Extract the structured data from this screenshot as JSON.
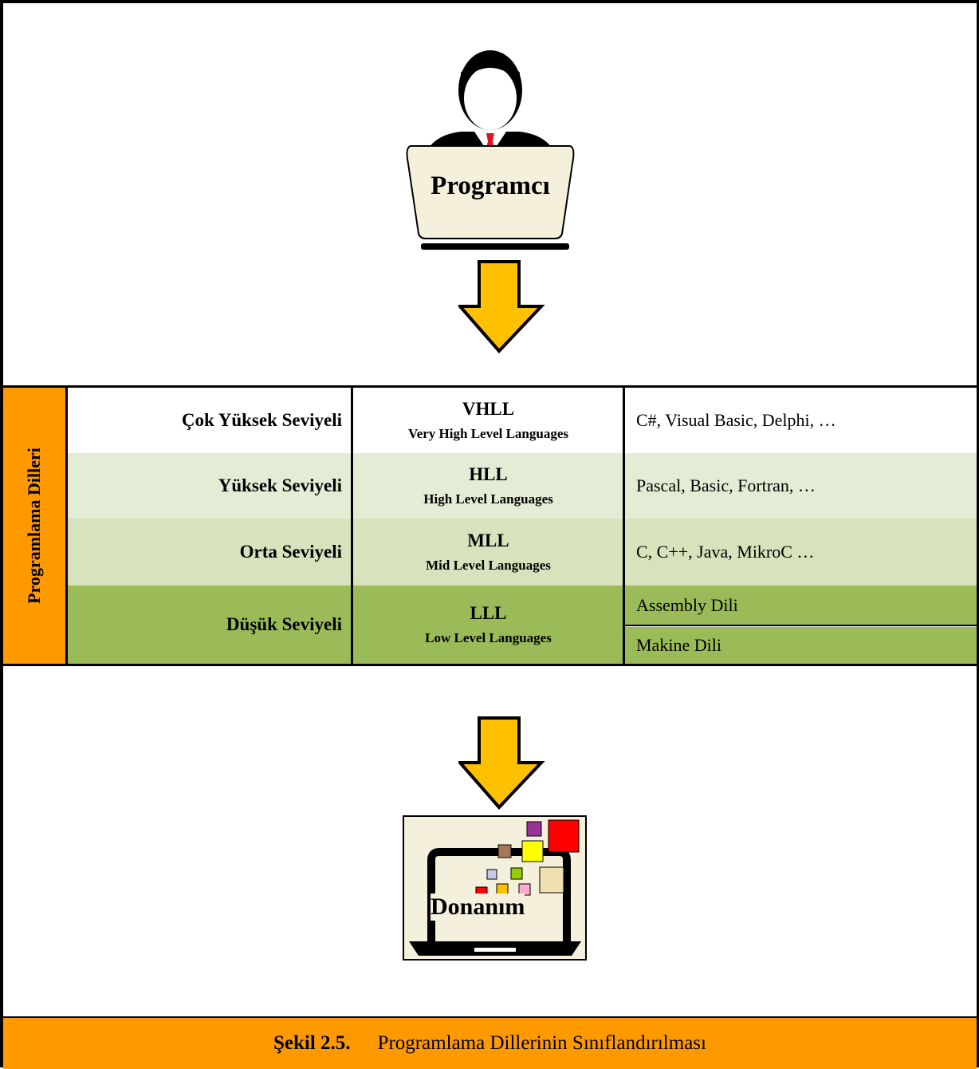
{
  "programmer": {
    "label": "Programcı"
  },
  "side_label": "Programlama Dilleri",
  "rows": [
    {
      "level": "Çok Yüksek Seviyeli",
      "abbr": "VHLL",
      "full": "Very High Level Languages",
      "examples": [
        "C#, Visual Basic, Delphi, …"
      ],
      "color": "#ffffff"
    },
    {
      "level": "Yüksek Seviyeli",
      "abbr": "HLL",
      "full": "High Level Languages",
      "examples": [
        "Pascal, Basic, Fortran, …"
      ],
      "color": "#e3ecd4"
    },
    {
      "level": "Orta Seviyeli",
      "abbr": "MLL",
      "full": "Mid Level Languages",
      "examples": [
        "C, C++, Java, MikroC …"
      ],
      "color": "#d6e3bc"
    },
    {
      "level": "Düşük Seviyeli",
      "abbr": "LLL",
      "full": "Low Level Languages",
      "examples": [
        "Assembly Dili",
        "Makine Dili"
      ],
      "color": "#9bbb59"
    }
  ],
  "hardware": {
    "label": "Donanım"
  },
  "caption": {
    "number": "Şekil 2.5.",
    "text": "Programlama Dillerinin Sınıflandırılması"
  },
  "colors": {
    "accent_orange": "#ff9900",
    "arrow_yellow": "#ffc000",
    "screen_beige": "#f5f0dc"
  }
}
